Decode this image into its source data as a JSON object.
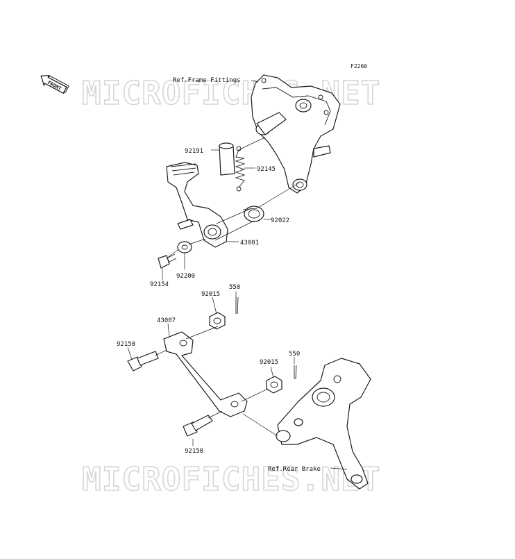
{
  "diagram_code": "F2260",
  "watermark": "MICROFICHES.NET",
  "front_arrow": "FRONT",
  "references": {
    "frame_fittings": "Ref.Frame Fittings",
    "rear_brake": "Ref.Rear Brake"
  },
  "parts": {
    "p92191": "92191",
    "p92145": "92145",
    "p92022": "92022",
    "p43001": "43001",
    "p92200": "92200",
    "p92154": "92154",
    "p550_a": "550",
    "p92015_a": "92015",
    "p43007": "43007",
    "p92150_a": "92150",
    "p92015_b": "92015",
    "p550_b": "550",
    "p92150_b": "92150"
  }
}
